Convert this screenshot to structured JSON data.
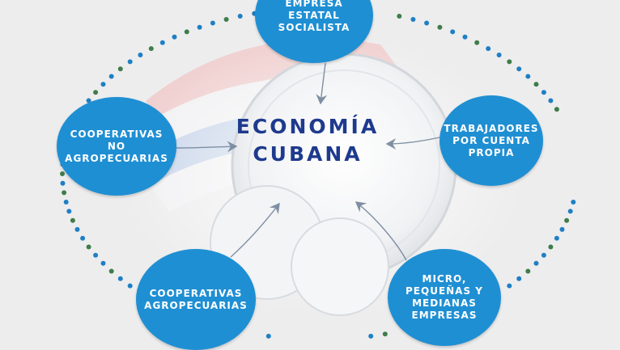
{
  "diagram": {
    "center": {
      "label": "ECONOMÍA\nCUBANA"
    },
    "nodes": [
      {
        "id": "empresa-estatal",
        "label": "EMPRESA\nESTATAL\nSOCIALISTA"
      },
      {
        "id": "trabajadores",
        "label": "TRABAJADORES\nPOR CUENTA\nPROPIA"
      },
      {
        "id": "mipymes",
        "label": "MICRO,\nPEQUEÑAS Y\nMEDIANAS\nEMPRESAS"
      },
      {
        "id": "coop-agro",
        "label": "COOPERATIVAS\nAGROPECUARIAS"
      },
      {
        "id": "coop-no-agro",
        "label": "COOPERATIVAS\nNO\nAGROPECUARIAS"
      }
    ],
    "colors": {
      "node_fill": "#1f8fd3",
      "node_text": "#ffffff",
      "center_text": "#1e3a8e",
      "dot_blue": "#1f7fc4",
      "dot_green": "#3f7d4a",
      "arrow": "#7f8fa3"
    }
  }
}
